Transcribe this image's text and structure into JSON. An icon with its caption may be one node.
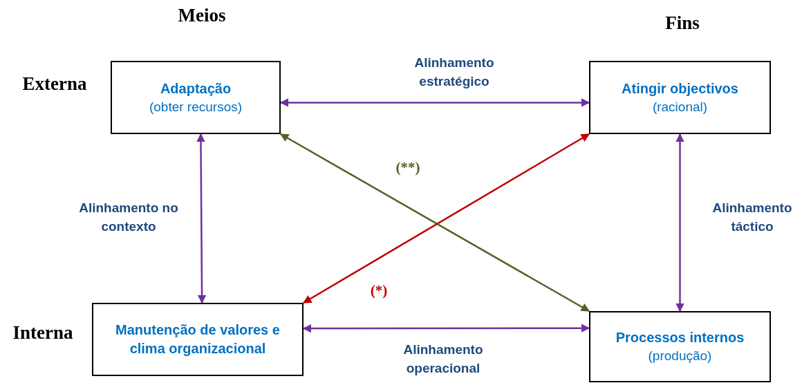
{
  "diagram": {
    "nodes": [
      {
        "text": [
          "Adaptação",
          "(obter recursos)"
        ]
      },
      {
        "text": [
          "Atingir objectivos",
          "(racional)"
        ]
      },
      {
        "text": [
          "Manutenção de valores e clima organizacional"
        ]
      },
      {
        "text": [
          "Processos internos",
          "(produção)"
        ]
      }
    ],
    "edges": [
      {
        "from": 0,
        "to": 1,
        "arrow": "both",
        "label": "Alinhamento estratégico"
      },
      {
        "from": 0,
        "to": 2,
        "arrow": "both",
        "label": "Alinhamento no contexto"
      },
      {
        "from": 1,
        "to": 3,
        "arrow": "both",
        "label": "Alinhamento táctico"
      },
      {
        "from": 2,
        "to": 3,
        "arrow": "both",
        "label": "Alinhamento operacional"
      },
      {
        "from": 0,
        "to": 3,
        "arrow": "both",
        "label": "(**)",
        "color": "#4f6228"
      },
      {
        "from": 2,
        "to": 1,
        "arrow": "both",
        "label": "(*)",
        "color": "#c00000"
      }
    ],
    "labels": [
      "Meios",
      "Fins",
      "Externa",
      "Interna"
    ]
  }
}
